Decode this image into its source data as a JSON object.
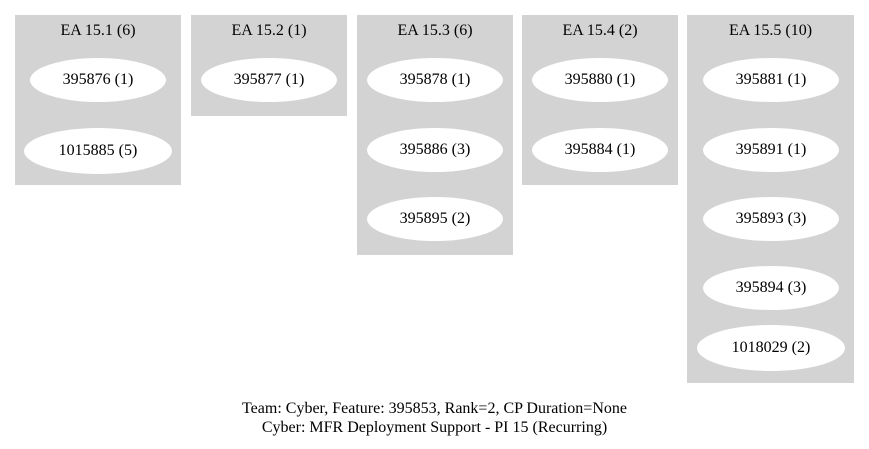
{
  "clusters": [
    {
      "title": "EA 15.1 (6)",
      "nodes": [
        "395876 (1)",
        "1015885 (5)"
      ]
    },
    {
      "title": "EA 15.2 (1)",
      "nodes": [
        "395877 (1)"
      ]
    },
    {
      "title": "EA 15.3 (6)",
      "nodes": [
        "395878 (1)",
        "395886 (3)",
        "395895 (2)"
      ]
    },
    {
      "title": "EA 15.4 (2)",
      "nodes": [
        "395880 (1)",
        "395884 (1)"
      ]
    },
    {
      "title": "EA 15.5 (10)",
      "nodes": [
        "395881 (1)",
        "395891 (1)",
        "395893 (3)",
        "395894 (3)",
        "1018029 (2)"
      ]
    }
  ],
  "caption": {
    "line1": "Team: Cyber, Feature: 395853, Rank=2, CP Duration=None",
    "line2": "Cyber: MFR Deployment Support - PI 15 (Recurring)"
  }
}
